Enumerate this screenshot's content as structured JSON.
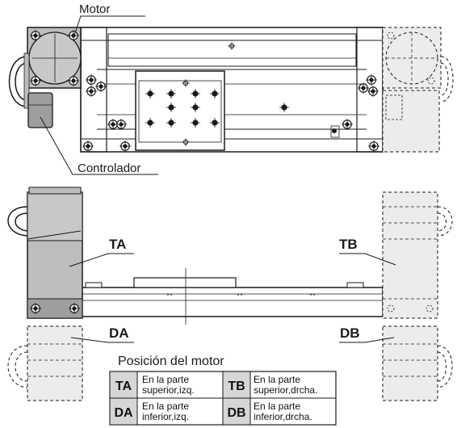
{
  "labels": {
    "motor": "Motor",
    "controller": "Controlador",
    "ta": "TA",
    "tb": "TB",
    "da": "DA",
    "db": "DB"
  },
  "table": {
    "title": "Posición del motor",
    "rows": [
      [
        {
          "code": "TA",
          "line1": "En la parte",
          "line2": "superior,izq."
        },
        {
          "code": "TB",
          "line1": "En la parte",
          "line2": "superior,drcha."
        }
      ],
      [
        {
          "code": "DA",
          "line1": "En la parte",
          "line2": "inferior,izq."
        },
        {
          "code": "DB",
          "line1": "En la parte",
          "line2": "inferior,drcha."
        }
      ]
    ]
  },
  "colors": {
    "motor_fill": "#bdbdbd",
    "controller_fill": "#9e9e9e",
    "phantom_fill": "#e8e8e8",
    "code_cell_fill": "#d6d6d6",
    "line": "#1a1a1a"
  }
}
